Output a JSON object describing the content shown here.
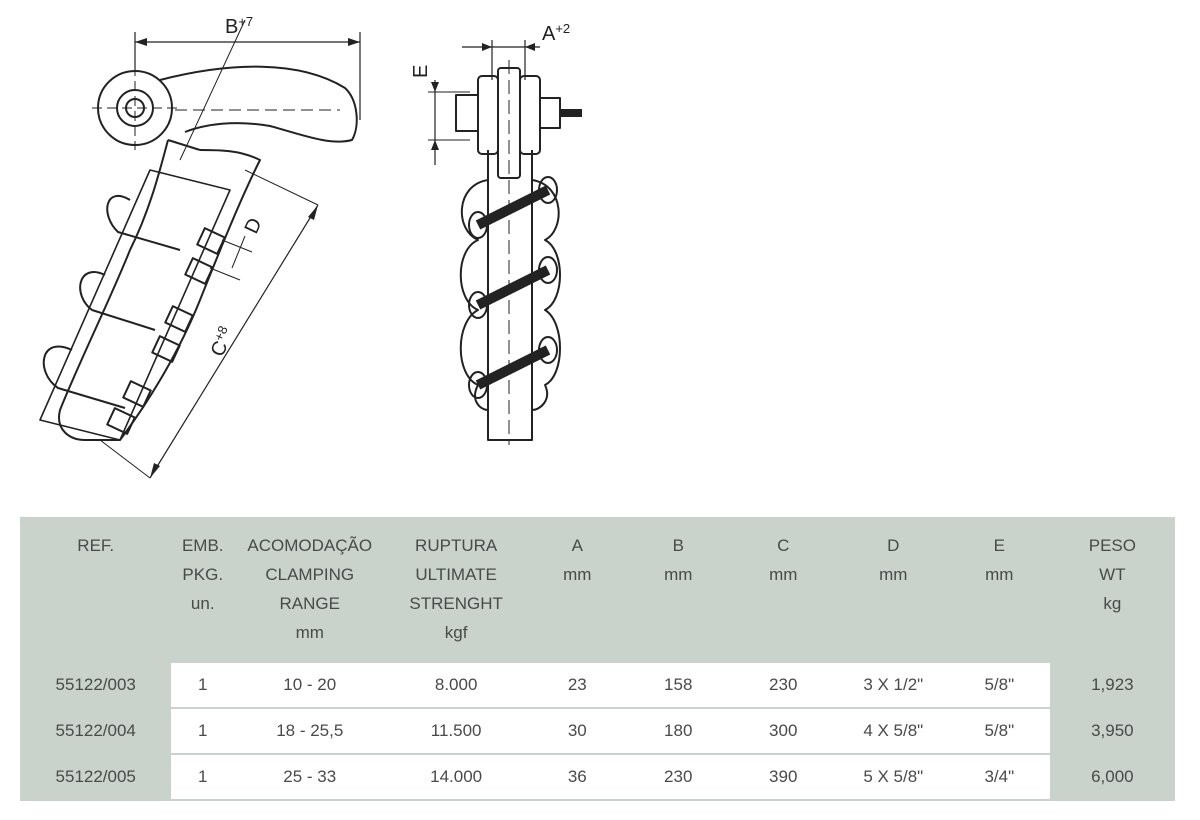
{
  "dimension_labels": {
    "B": "B",
    "B_tol": "+7",
    "A": "A",
    "A_tol": "+2",
    "C": "C",
    "C_tol": "+8",
    "D": "D",
    "E": "E"
  },
  "table": {
    "headers": [
      [
        "REF."
      ],
      [
        "EMB.",
        "PKG.",
        "un."
      ],
      [
        "ACOMODAÇÃO",
        "CLAMPING",
        "RANGE",
        "mm"
      ],
      [
        "RUPTURA",
        "ULTIMATE",
        "STRENGHT",
        "kgf"
      ],
      [
        "A",
        "mm"
      ],
      [
        "B",
        "mm"
      ],
      [
        "C",
        "mm"
      ],
      [
        "D",
        "mm"
      ],
      [
        "E",
        "mm"
      ],
      [
        "PESO",
        "WT",
        "kg"
      ]
    ],
    "rows": [
      [
        "55122/003",
        "1",
        "10 - 20",
        "8.000",
        "23",
        "158",
        "230",
        "3 X 1/2\"",
        "5/8\"",
        "1,923"
      ],
      [
        "55122/004",
        "1",
        "18 - 25,5",
        "11.500",
        "30",
        "180",
        "300",
        "4 X 5/8\"",
        "5/8\"",
        "3,950"
      ],
      [
        "55122/005",
        "1",
        "25 - 33",
        "14.000",
        "36",
        "230",
        "390",
        "5 X 5/8\"",
        "3/4\"",
        "6,000"
      ]
    ]
  },
  "colors": {
    "header_bg": "#c9d2cb",
    "line": "#222222"
  }
}
